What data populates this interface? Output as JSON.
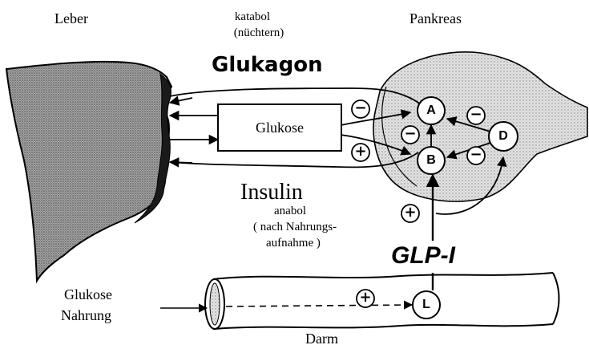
{
  "labels": {
    "leber": "Leber",
    "pankreas": "Pankreas",
    "katabol": "katabol",
    "nuechtern": "(nüchtern)",
    "glukagon": "Glukagon",
    "glukose_box": "Glukose",
    "insulin": "Insulin",
    "anabol": "anabol",
    "nach_nahrung_1": "( nach Nahrungs-",
    "nach_nahrung_2": "aufnahme )",
    "glp1": "GLP-I",
    "glukose_nahrung_1": "Glukose",
    "glukose_nahrung_2": "Nahrung",
    "darm": "Darm"
  },
  "cells": {
    "a": "A",
    "b": "B",
    "d": "D",
    "l": "L"
  },
  "signs": {
    "minus": "−",
    "plus": "+"
  },
  "colors": {
    "stroke": "#000000",
    "liver_fill": "#9a9a9a",
    "liver_dark": "#2a2a2a",
    "pancreas_fill": "#d6d6d6",
    "background": "#ffffff"
  }
}
